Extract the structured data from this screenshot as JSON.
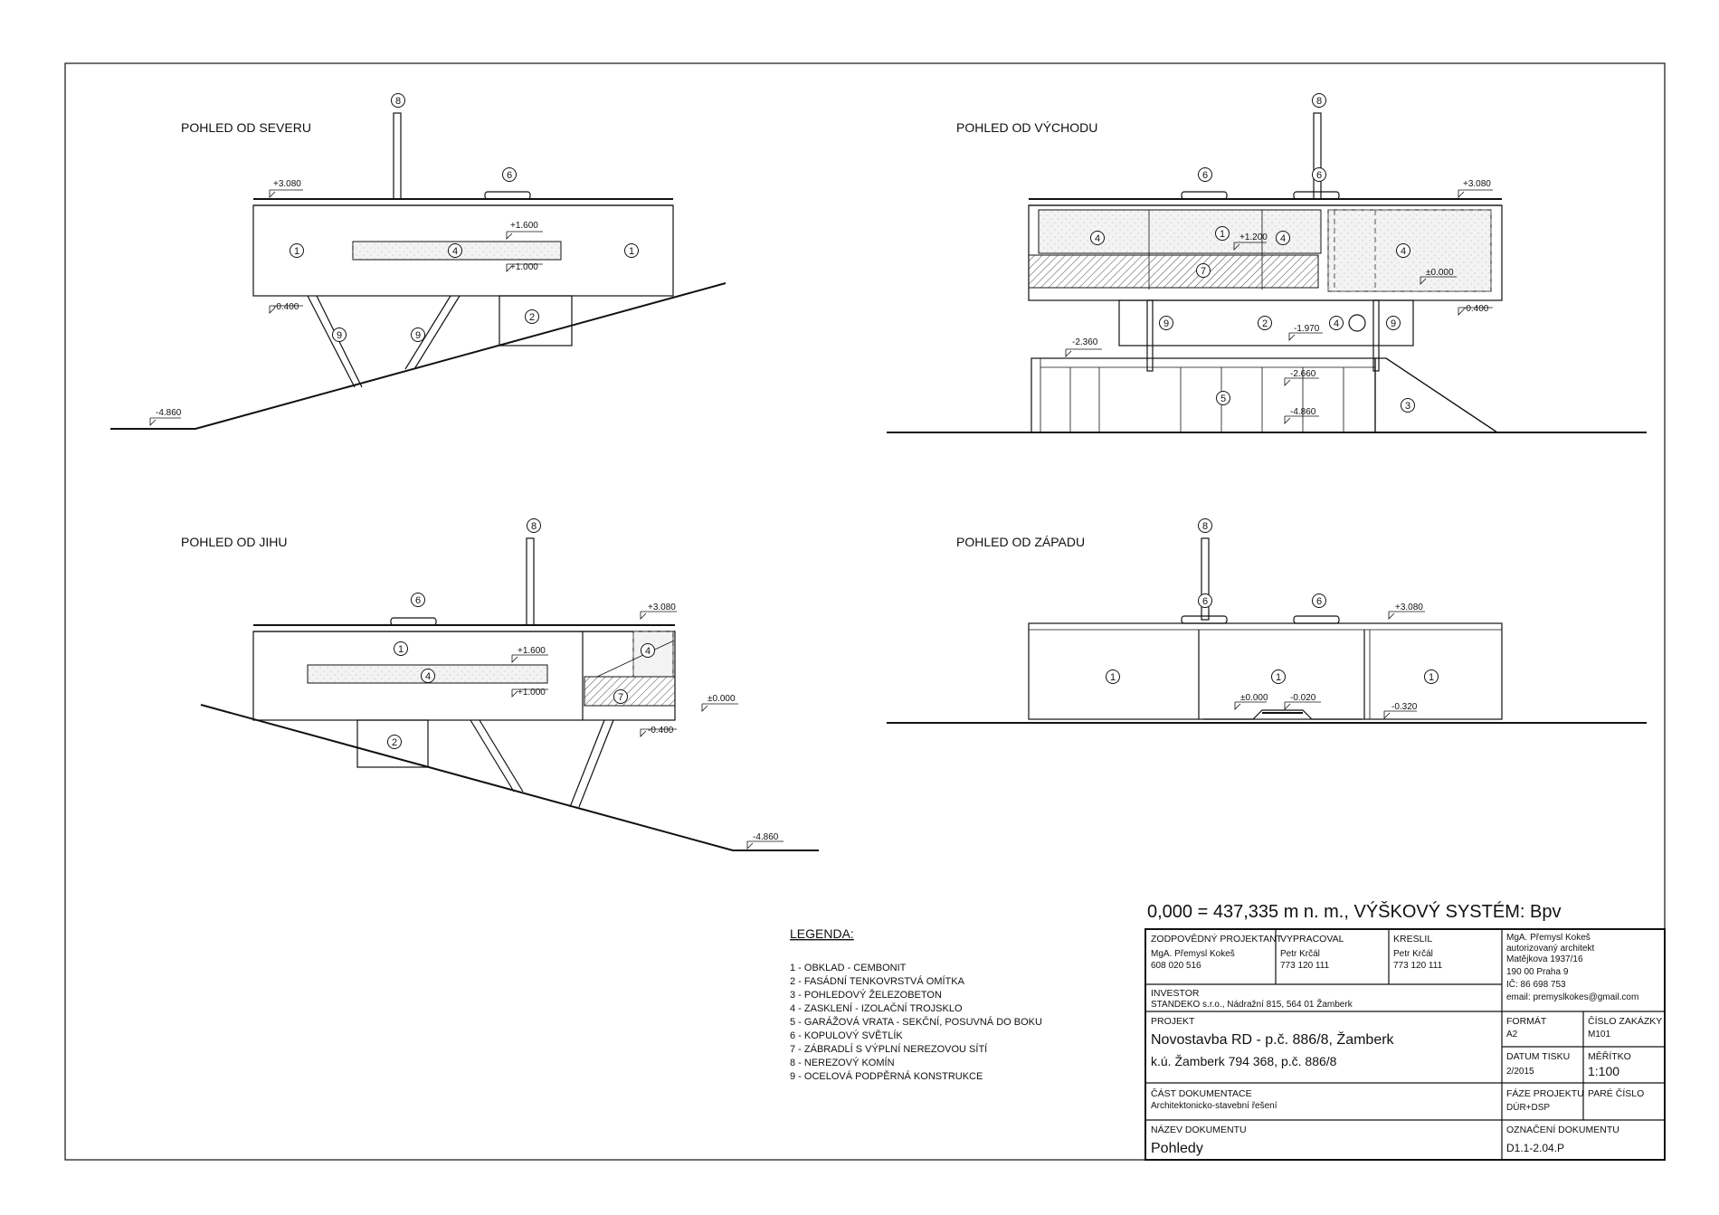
{
  "views": {
    "north": {
      "title": "POHLED OD SEVERU",
      "levels": [
        "+3.080",
        "+1.600",
        "+1.000",
        "-0.400",
        "-4.860"
      ]
    },
    "east": {
      "title": "POHLED OD VÝCHODU",
      "levels": [
        "+3.080",
        "+1.200",
        "±0.000",
        "-0.400",
        "-1.970",
        "-2.360",
        "-2.660",
        "-4.860"
      ]
    },
    "south": {
      "title": "POHLED OD JIHU",
      "levels": [
        "+3.080",
        "+1.600",
        "+1.000",
        "±0.000",
        "-0.400",
        "-4.860"
      ]
    },
    "west": {
      "title": "POHLED OD ZÁPADU",
      "levels": [
        "+3.080",
        "±0.000",
        "-0.020",
        "-0.320"
      ]
    }
  },
  "marks": [
    "1",
    "2",
    "3",
    "4",
    "5",
    "6",
    "7",
    "8",
    "9"
  ],
  "legend": {
    "title": "LEGENDA:",
    "items": [
      "1   - OBKLAD - CEMBONIT",
      "2   - FASÁDNÍ TENKOVRSTVÁ OMÍTKA",
      "3   - POHLEDOVÝ ŽELEZOBETON",
      "4   - ZASKLENÍ - IZOLAČNÍ TROJSKLO",
      "5   - GARÁŽOVÁ VRATA - SEKČNÍ, POSUVNÁ DO BOKU",
      "6   - KOPULOVÝ SVĚTLÍK",
      "7   - ZÁBRADLÍ S VÝPLNÍ NEREZOVOU SÍTÍ",
      "8   - NEREZOVÝ KOMÍN",
      "9   - OCELOVÁ PODPĚRNÁ KONSTRUKCE"
    ]
  },
  "titleblock": {
    "height_system": "0,000 = 437,335 m n. m., VÝŠKOVÝ SYSTÉM: Bpv",
    "responsible_label": "ZODPOVĚDNÝ PROJEKTANT",
    "responsible_name": "MgA. Přemysl Kokeš",
    "responsible_phone": "608 020 516",
    "prepared_label": "VYPRACOVAL",
    "prepared_name": "Petr Krčál",
    "prepared_phone": "773 120 111",
    "drawn_label": "KRESLIL",
    "drawn_name": "Petr Krčál",
    "drawn_phone": "773 120 111",
    "architect": [
      "MgA. Přemysl Kokeš",
      "autorizovaný architekt",
      "Matějkova 1937/16",
      "190 00 Praha 9",
      "IČ: 86 698 753",
      "email: premyslkokes@gmail.com"
    ],
    "investor_label": "INVESTOR",
    "investor_value": "STANDEKO s.r.o., Nádražní 815, 564 01 Žamberk",
    "project_label": "PROJEKT",
    "project_line1": "Novostavba RD - p.č. 886/8, Žamberk",
    "project_line2": "k.ú. Žamberk 794 368, p.č. 886/8",
    "format_label": "FORMÁT",
    "format_value": "A2",
    "order_label": "ČÍSLO ZAKÁZKY",
    "order_value": "M101",
    "print_date_label": "DATUM TISKU",
    "print_date_value": "2/2015",
    "scale_label": "MĚŘÍTKO",
    "scale_value": "1:100",
    "part_label": "ČÁST DOKUMENTACE",
    "part_value": "Architektonicko-stavební řešení",
    "phase_label": "FÁZE PROJEKTU",
    "phase_value": "DÚR+DSP",
    "copy_label": "PARÉ ČÍSLO",
    "doc_name_label": "NÁZEV DOKUMENTU",
    "doc_name_value": "Pohledy",
    "doc_id_label": "OZNAČENÍ DOKUMENTU",
    "doc_id_value": "D1.1-2.04.P"
  }
}
